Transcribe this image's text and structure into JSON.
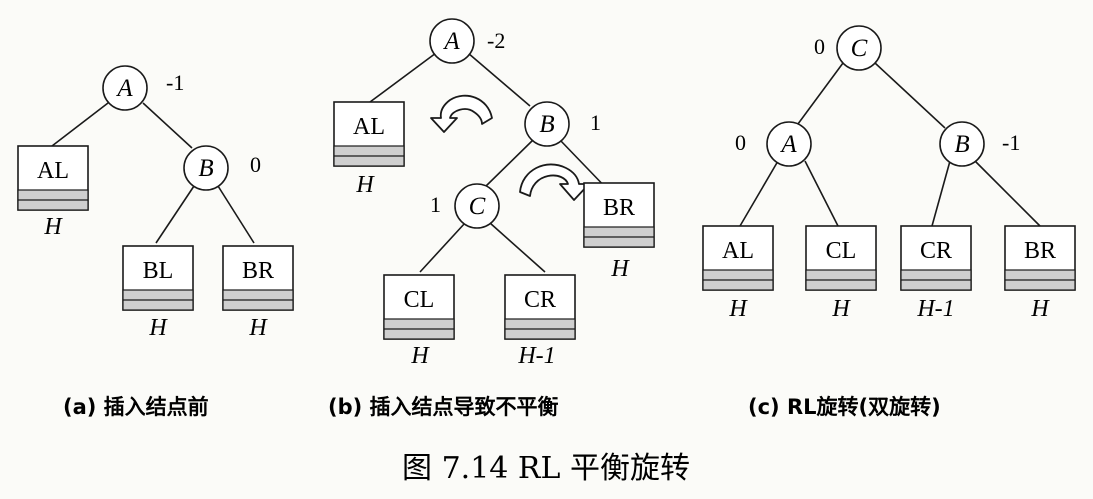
{
  "figure": {
    "caption": "图 7.14    RL 平衡旋转"
  },
  "panels": [
    {
      "caption": "(a) 插入结点前",
      "nodes": {
        "A": {
          "label": "A",
          "balance": "-1"
        },
        "B": {
          "label": "B",
          "balance": "0"
        }
      },
      "subtrees": [
        {
          "label": "AL",
          "height": "H"
        },
        {
          "label": "BL",
          "height": "H"
        },
        {
          "label": "BR",
          "height": "H"
        }
      ]
    },
    {
      "caption": "(b) 插入结点导致不平衡",
      "nodes": {
        "A": {
          "label": "A",
          "balance": "-2"
        },
        "B": {
          "label": "B",
          "balance": "1"
        },
        "C": {
          "label": "C",
          "balance": "1"
        }
      },
      "subtrees": [
        {
          "label": "AL",
          "height": "H"
        },
        {
          "label": "BR",
          "height": "H"
        },
        {
          "label": "CL",
          "height": "H"
        },
        {
          "label": "CR",
          "height": "H-1"
        }
      ]
    },
    {
      "caption": "(c) RL旋转(双旋转)",
      "nodes": {
        "C": {
          "label": "C",
          "balance": "0"
        },
        "A": {
          "label": "A",
          "balance": "0"
        },
        "B": {
          "label": "B",
          "balance": "-1"
        }
      },
      "subtrees": [
        {
          "label": "AL",
          "height": "H"
        },
        {
          "label": "CL",
          "height": "H"
        },
        {
          "label": "CR",
          "height": "H-1"
        },
        {
          "label": "BR",
          "height": "H"
        }
      ]
    }
  ]
}
